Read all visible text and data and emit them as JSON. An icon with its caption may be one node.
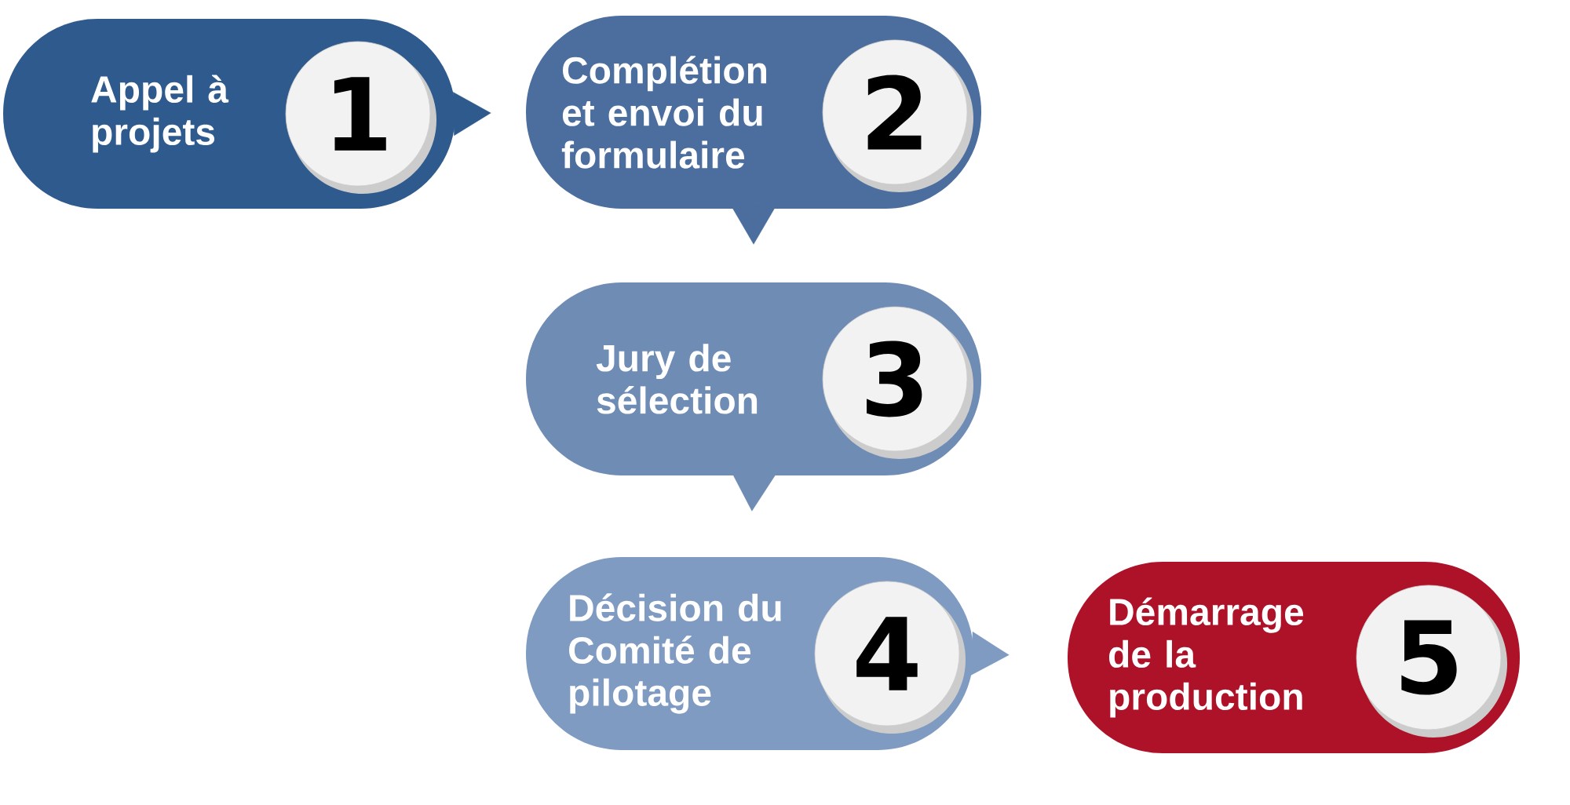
{
  "diagram": {
    "nodes": [
      {
        "text": [
          "Appel à projets",
          "1"
        ]
      },
      {
        "text": [
          "Complétion et envoi du formulaire",
          "2"
        ]
      },
      {
        "text": [
          "Jury de sélection",
          "3"
        ]
      },
      {
        "text": [
          "Décision du Comité de pilotage",
          "4"
        ]
      },
      {
        "text": [
          "Démarrage de la production",
          "5"
        ]
      }
    ],
    "edges": [
      {
        "from": 0,
        "to": 1,
        "arrow": "to"
      },
      {
        "from": 1,
        "to": 2,
        "arrow": "to"
      },
      {
        "from": 2,
        "to": 3,
        "arrow": "to"
      },
      {
        "from": 3,
        "to": 4,
        "arrow": "to"
      }
    ]
  }
}
